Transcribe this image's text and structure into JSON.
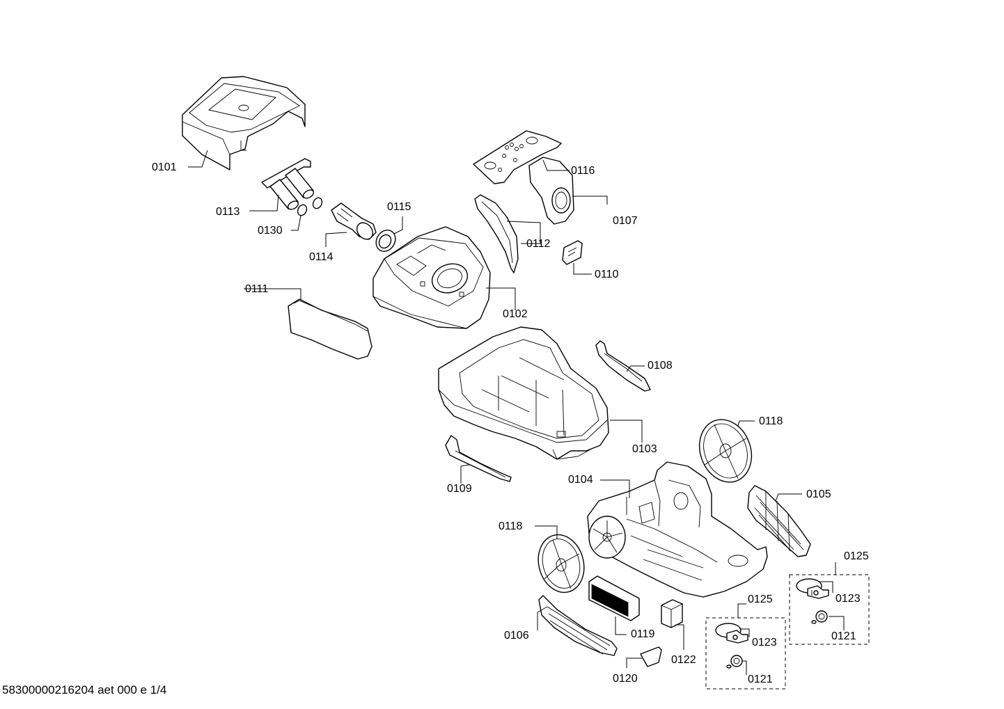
{
  "labels": {
    "p0101": "0101",
    "p0113": "0113",
    "p0130": "0130",
    "p0114": "0114",
    "p0115": "0115",
    "p0116": "0116",
    "p0107": "0107",
    "p0112": "0112",
    "p0110": "0110",
    "p0111": "0111",
    "p0102": "0102",
    "p0108": "0108",
    "p0118a": "0118",
    "p0103": "0103",
    "p0109": "0109",
    "p0104": "0104",
    "p0105": "0105",
    "p0118b": "0118",
    "p0125a": "0125",
    "p0123a": "0123",
    "p0121a": "0121",
    "p0125b": "0125",
    "p0123b": "0123",
    "p0121b": "0121",
    "p0106": "0106",
    "p0119": "0119",
    "p0122": "0122",
    "p0120": "0120"
  },
  "footer": "58300000216204 aet 000 e 1/4"
}
